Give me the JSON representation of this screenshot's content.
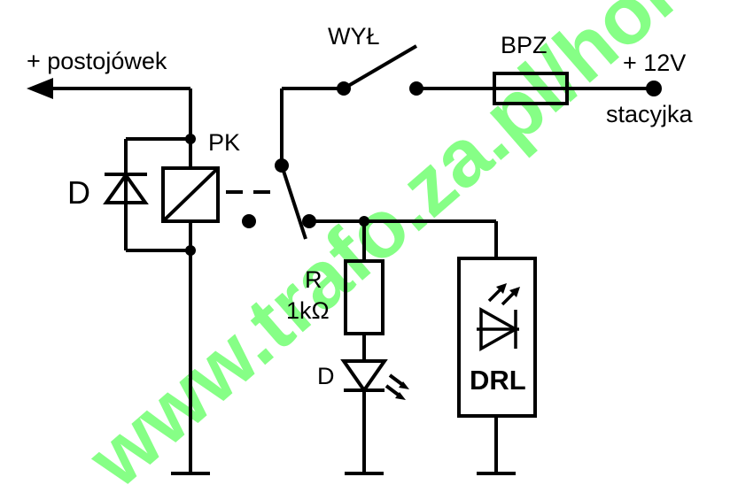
{
  "labels": {
    "postojowek": "+ postojówek",
    "pk": "PK",
    "diode_d": "D",
    "switch": "WYŁ",
    "fuse": "BPZ",
    "supply": "+ 12V",
    "stacyjka": "stacyjka",
    "resistor_name": "R",
    "resistor_value": "1kΩ",
    "led_d": "D",
    "drl": "DRL"
  },
  "watermark": {
    "text": "www.trafo.za.pl/hond",
    "color": "#80ff80"
  },
  "colors": {
    "wire": "#000000",
    "background": "#ffffff"
  }
}
